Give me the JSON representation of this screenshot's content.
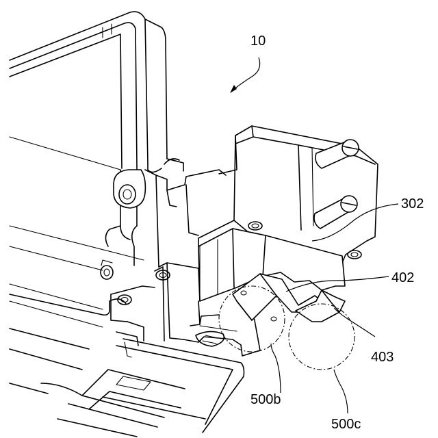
{
  "figure": {
    "labels": {
      "assembly": "10",
      "part_302": "302",
      "part_402": "402",
      "part_403": "403",
      "detail_500b": "500b",
      "detail_500c": "500c"
    }
  },
  "colors": {
    "ink": "#000000",
    "paper": "#ffffff"
  }
}
